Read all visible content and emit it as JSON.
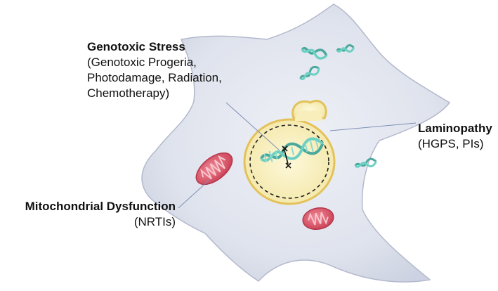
{
  "labels": {
    "genotoxic": {
      "title": "Genotoxic Stress",
      "lines": [
        "(Genotoxic Progeria,",
        "Photodamage, Radiation,",
        "Chemotherapy)"
      ]
    },
    "laminopathy": {
      "title": "Laminopathy",
      "lines": [
        "(HGPS, PIs)"
      ]
    },
    "mito": {
      "title": "Mitochondrial Dysfunction",
      "lines": [
        "(NRTIs)"
      ]
    }
  },
  "colors": {
    "cell_fill": "#dde1ec",
    "cell_stroke": "#b3b9cc",
    "nucleus_fill": "#f7eebc",
    "nucleus_stroke": "#e3c25a",
    "dna": "#55bfb3",
    "mito_fill": "#d94f62",
    "leader_line": "#7f8fb8"
  }
}
